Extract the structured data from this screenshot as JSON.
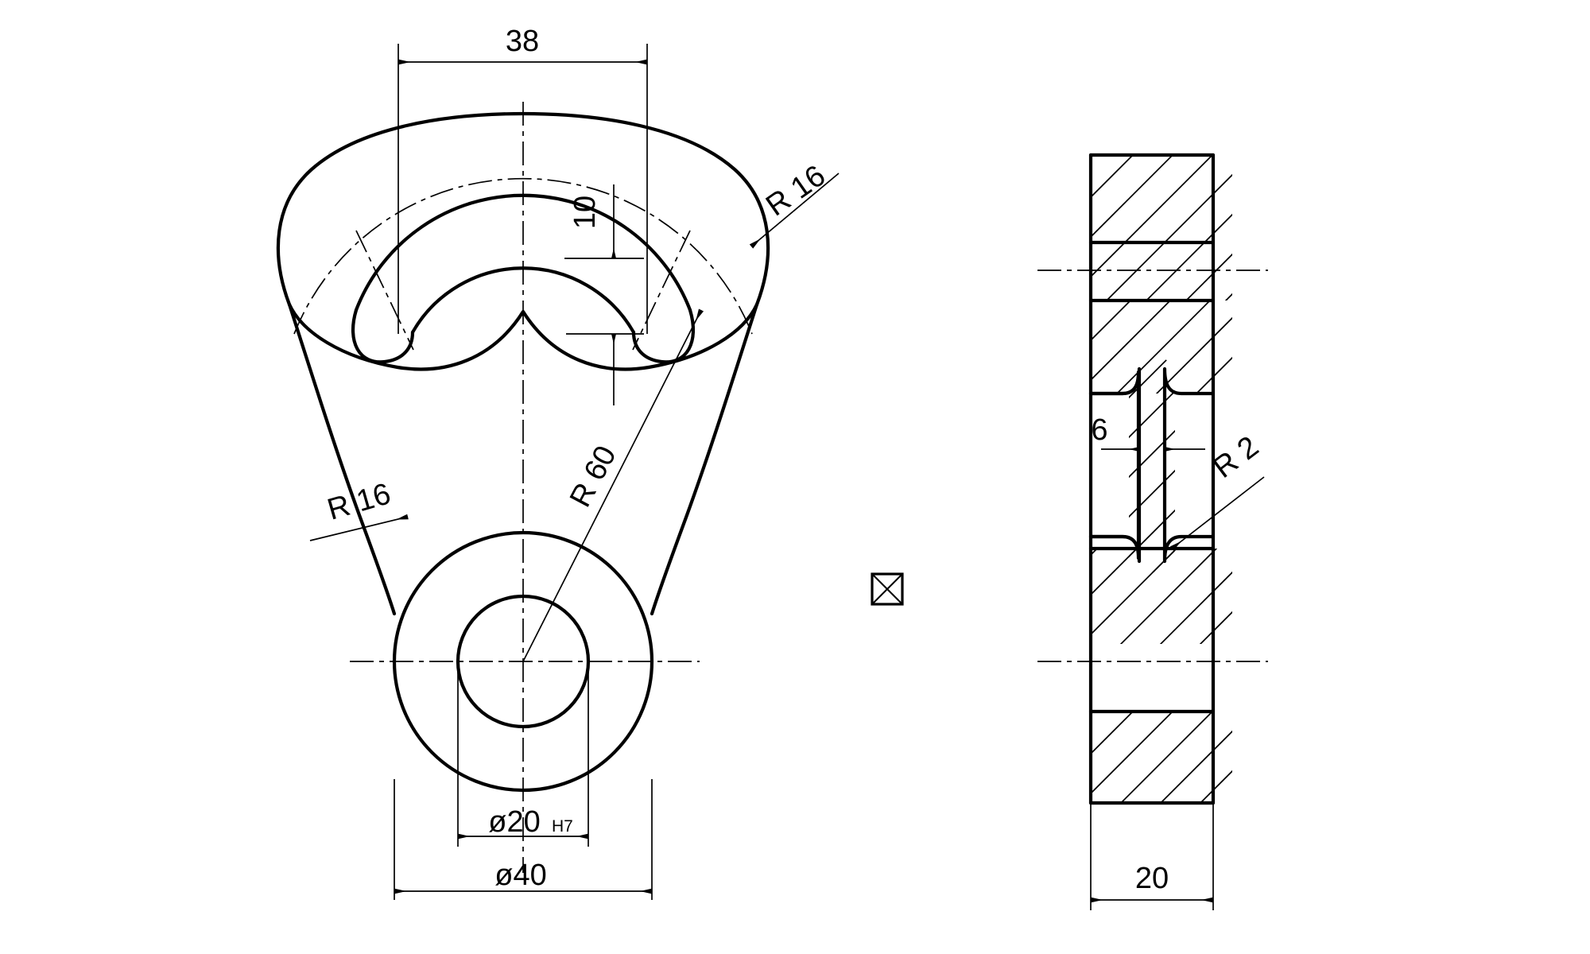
{
  "drawing": {
    "title": "Mechanical part - front view and section view",
    "background_color": "#ffffff",
    "line_color": "#000000",
    "views": [
      {
        "name": "front-view",
        "label": ""
      },
      {
        "name": "section-view",
        "label": ""
      }
    ]
  },
  "dimensions": {
    "slot_width": "38",
    "slot_height": "10",
    "fillet_top_right": "R 16",
    "fillet_left": "R 16",
    "arc_major": "R 60",
    "bore_diameter": "ø20",
    "bore_tolerance": "H7",
    "boss_diameter": "ø40",
    "web_thickness": "6",
    "web_fillet": "R 2",
    "overall_thickness": "20"
  },
  "symbols": {
    "crossed_square": "⊠"
  },
  "chart_data": {
    "type": "table",
    "title": "Technical drawing dimension callouts",
    "categories": [
      "slot width",
      "slot height",
      "top right fillet",
      "left fillet",
      "major arc radius",
      "bore diameter",
      "bore tolerance",
      "boss diameter",
      "web thickness",
      "web fillet radius",
      "overall thickness"
    ],
    "values": [
      "38",
      "10",
      "R 16",
      "R 16",
      "R 60",
      "ø20",
      "H7",
      "ø40",
      "6",
      "R 2",
      "20"
    ]
  }
}
